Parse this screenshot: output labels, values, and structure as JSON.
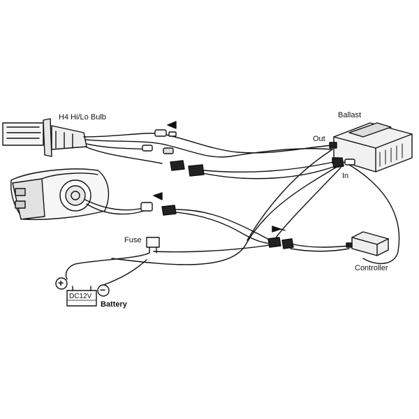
{
  "labels": {
    "bulb": "H4 Hi/Lo Bulb",
    "ballast": "Ballast",
    "out": "Out",
    "in": "In",
    "fuse": "Fuse",
    "controller": "Controller",
    "battery": "Battery",
    "battery_voltage": "DC12V",
    "plus": "+",
    "minus": "−"
  },
  "colors": {
    "line": "#111111",
    "fill_light": "#f2f2f2",
    "fill_mid": "#d9d9d9",
    "background": "#ffffff"
  }
}
